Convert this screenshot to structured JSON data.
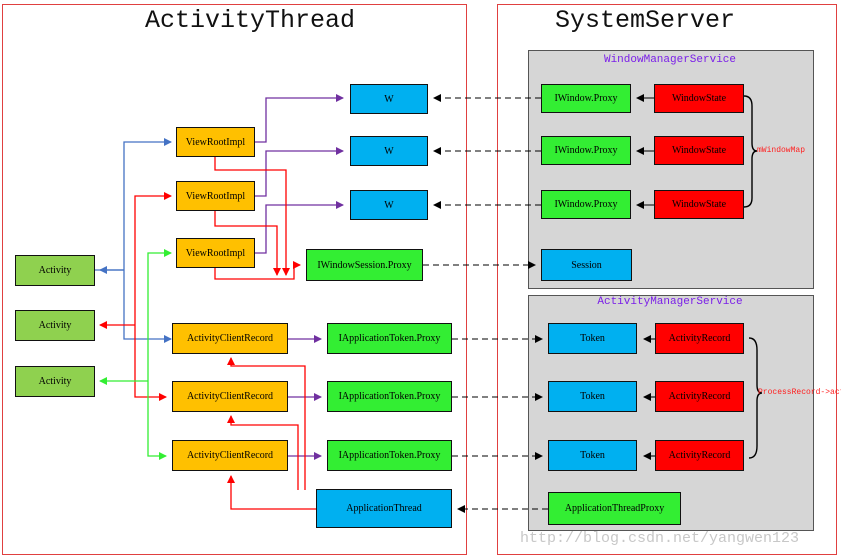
{
  "activity_thread": {
    "title": "ActivityThread",
    "activities": [
      "Activity",
      "Activity",
      "Activity"
    ],
    "view_root_impls": [
      "ViewRootImpl",
      "ViewRootImpl",
      "ViewRootImpl"
    ],
    "w_boxes": [
      "W",
      "W",
      "W"
    ],
    "window_session_proxy": "IWindowSession.Proxy",
    "activity_client_records": [
      "ActivityClientRecord",
      "ActivityClientRecord",
      "ActivityClientRecord"
    ],
    "application_token_proxies": [
      "IApplicationToken.Proxy",
      "IApplicationToken.Proxy",
      "IApplicationToken.Proxy"
    ],
    "application_thread": "ApplicationThread"
  },
  "system_server": {
    "title": "SystemServer",
    "window_manager_service": {
      "title": "WindowManagerService",
      "window_proxies": [
        "IWindow.Proxy",
        "IWindow.Proxy",
        "IWindow.Proxy"
      ],
      "window_states": [
        "WindowState",
        "WindowState",
        "WindowState"
      ],
      "map_label": "mWindowMap",
      "session": "Session"
    },
    "activity_manager_service": {
      "title": "ActivityManagerService",
      "tokens": [
        "Token",
        "Token",
        "Token"
      ],
      "activity_records": [
        "ActivityRecord",
        "ActivityRecord",
        "ActivityRecord"
      ],
      "process_record_label": "ProcessRecord->acti"
    },
    "application_thread_proxy": "ApplicationThreadProxy"
  },
  "watermark": "http://blog.csdn.net/yangwen123",
  "colors": {
    "frame_border": "#e04040",
    "green": "#33ee33",
    "light_green": "#8fd14f",
    "orange": "#ffc000",
    "blue": "#00b0f0",
    "red": "#ff0000",
    "panel": "#d6d6d6",
    "connector_blue": "#4472c4",
    "connector_red": "#ff0000",
    "connector_green": "#33ee33",
    "connector_purple": "#7030a0"
  }
}
